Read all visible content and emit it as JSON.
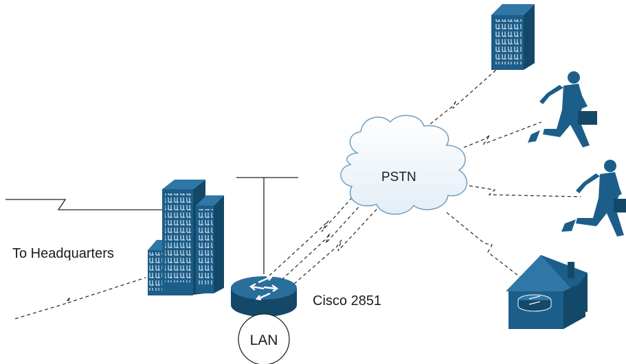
{
  "labels": {
    "to_headquarters": "To Headquarters",
    "pstn": "PSTN",
    "router": "Cisco 2851",
    "lan": "LAN"
  },
  "colors": {
    "device_blue": "#1c5e8a",
    "device_dark": "#134868",
    "line": "#222222",
    "cloud_stroke": "#6e9ec2"
  },
  "icons": [
    "branch-building-icon",
    "router-icon",
    "cloud-icon",
    "remote-office-building-icon",
    "mobile-user-icon",
    "home-office-icon"
  ]
}
